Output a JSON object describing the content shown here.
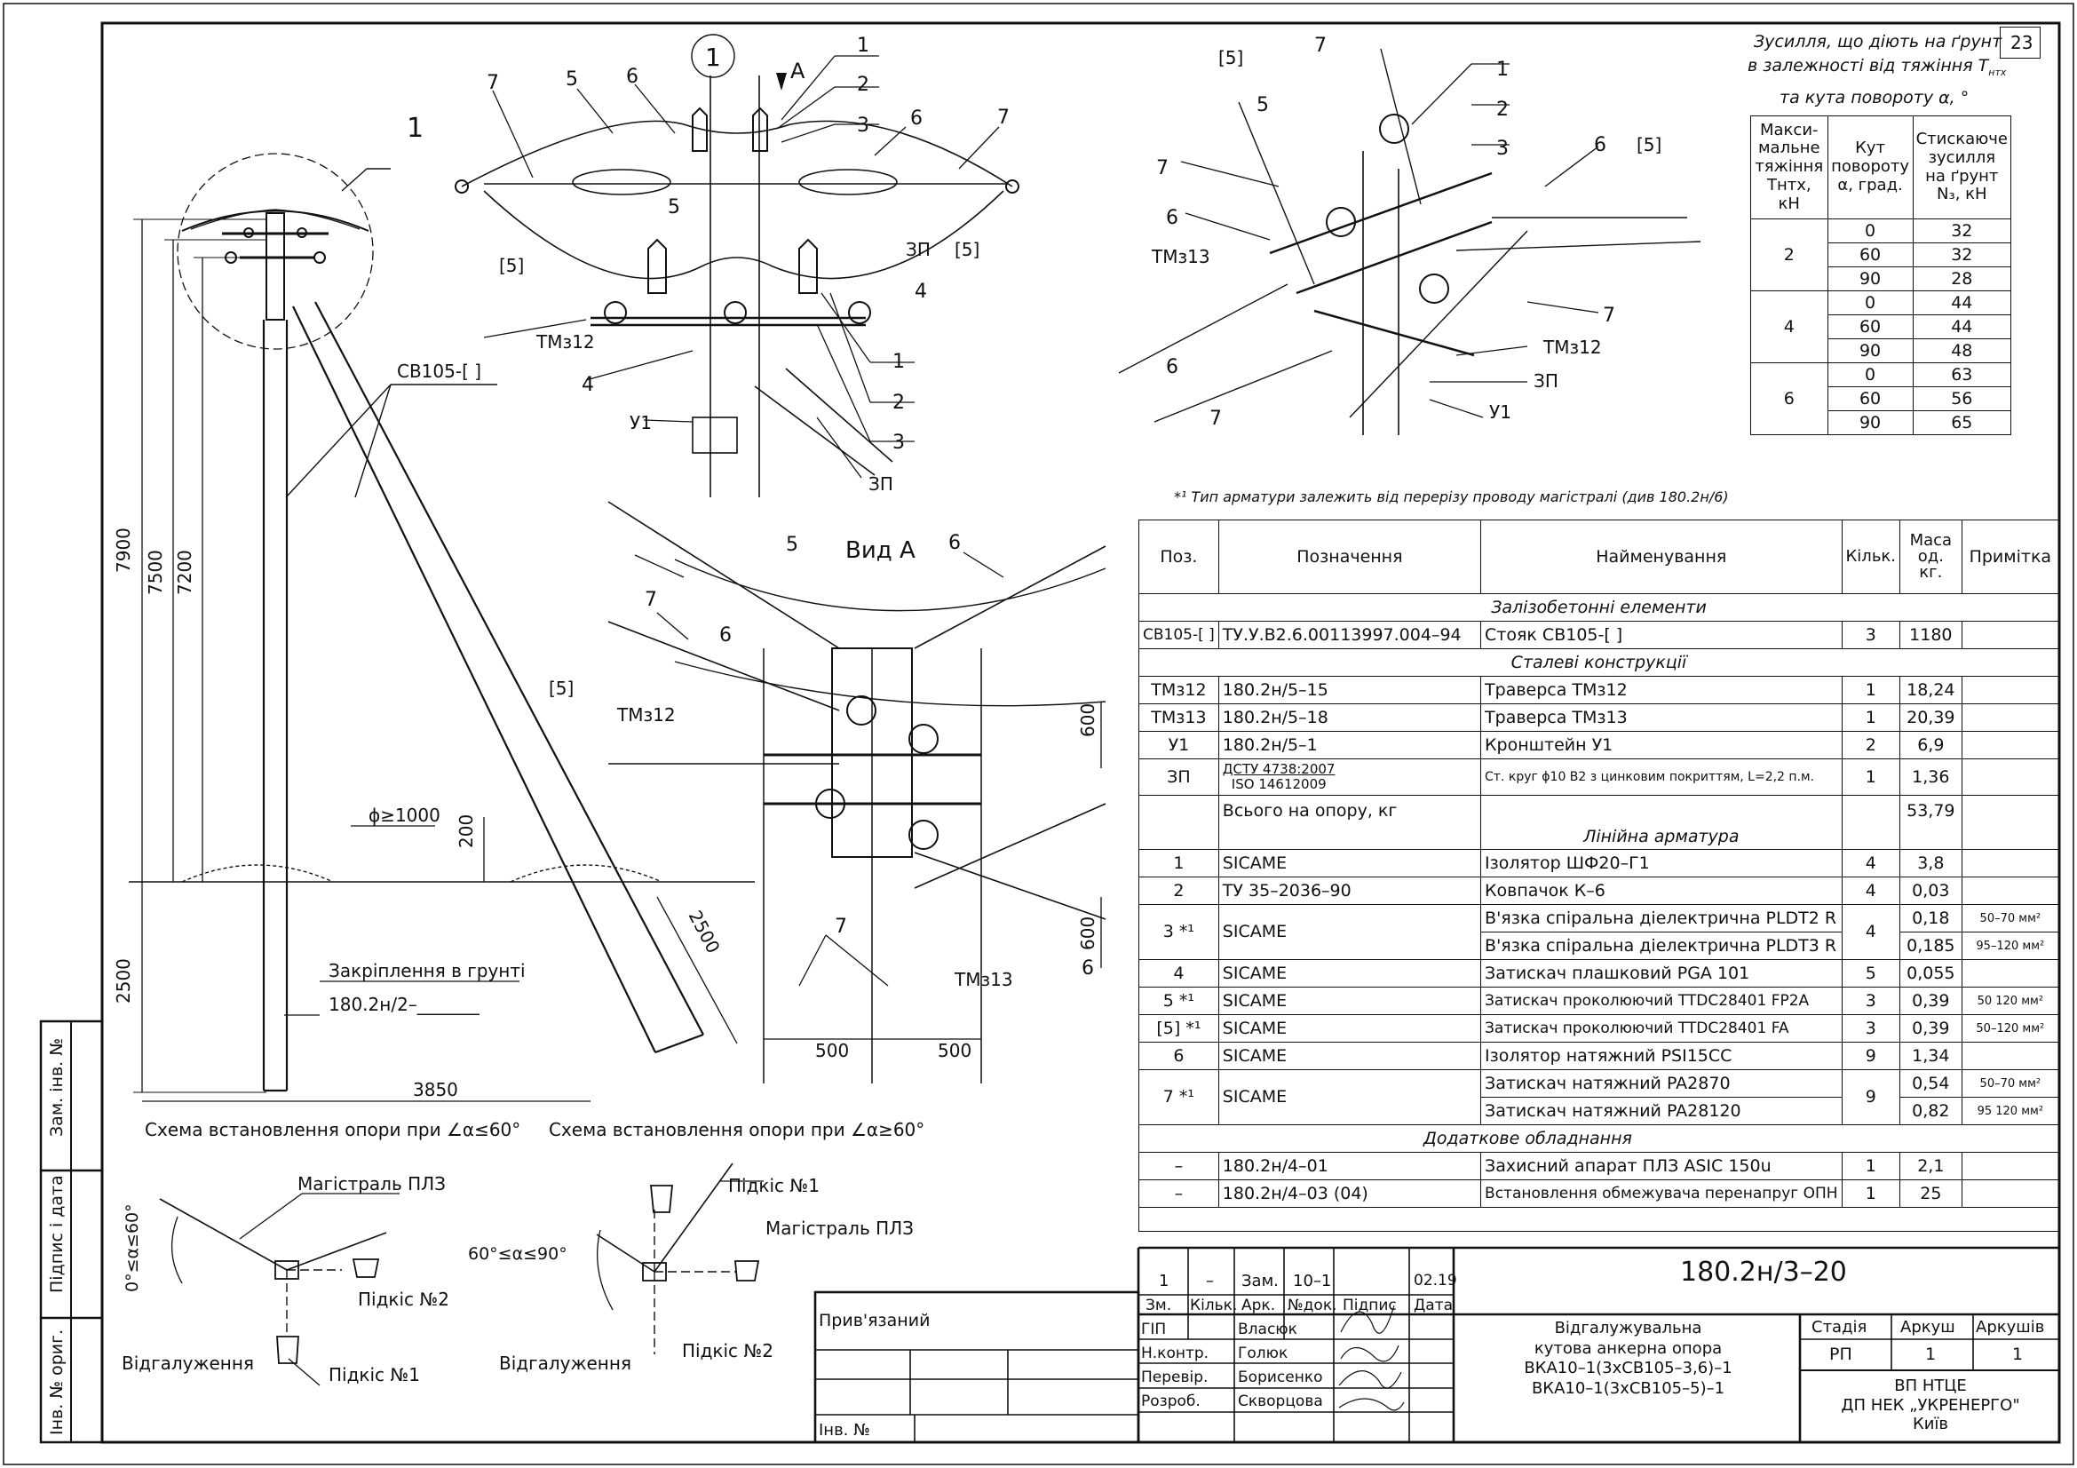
{
  "sheet": {
    "sheet_number": "23",
    "callout_1": "1",
    "view_a_arrow": "A",
    "footnote": "*¹ Тип арматури залежить від перерізу проводу магістралі (див 180.2н/6)"
  },
  "labels": {
    "pos_1": "1",
    "pos_2": "2",
    "pos_3": "3",
    "pos_4": "4",
    "pos_5": "5",
    "pos_6": "6",
    "pos_7": "7",
    "pos_5b": "[5]",
    "tmz12": "ТМз12",
    "tmz13": "ТМз13",
    "zp": "ЗП",
    "u1": "У1",
    "sv105": "СВ105-[   ]",
    "view_a": "Вид А",
    "dia": "ϕ≥1000"
  },
  "pole_drawing": {
    "dim_7900": "7900",
    "dim_7500": "7500",
    "dim_7200": "7200",
    "dim_2500": "2500",
    "dim_200": "200",
    "dim_3850": "3850",
    "dim_2500b": "2500",
    "ground_fix_title": "Закріплення в грунті",
    "ground_fix_ref": "180.2н/2–_______",
    "caption_left": "Схема встановлення опори при  ∠α≤60°",
    "caption_right": "Схема встановлення опори при  ∠α≥60°"
  },
  "view_a_dims": {
    "d600a": "600",
    "d600b": "600",
    "d500a": "500",
    "d500b": "500"
  },
  "schemes": {
    "magistral": "Магістраль ПЛЗ",
    "magistral2": "Магістраль ПЛЗ",
    "branch": "Відгалуження",
    "branch2": "Відгалуження",
    "brace1": "Підкіс №1",
    "brace2": "Підкіс №2",
    "brace1b": "Підкіс №1",
    "brace2b": "Підкіс №2",
    "angle1": "0°≤α≤60°",
    "angle2": "60°≤α≤90°"
  },
  "forces": {
    "title1": "Зусилля, що діють на ґрунт",
    "title2": "в залежності від тяжіння T",
    "title2_sub": "нтх",
    "title3": "та кута повороту α, °",
    "h_tension": "Макси-мальне тяжіння Tнтх, кН",
    "h_angle": "Кут повороту α, град.",
    "h_force": "Стискаюче зусилля на ґрунт N₃, кН",
    "groups": [
      {
        "t": "2",
        "rows": [
          [
            "0",
            "32"
          ],
          [
            "60",
            "32"
          ],
          [
            "90",
            "28"
          ]
        ]
      },
      {
        "t": "4",
        "rows": [
          [
            "0",
            "44"
          ],
          [
            "60",
            "44"
          ],
          [
            "90",
            "48"
          ]
        ]
      },
      {
        "t": "6",
        "rows": [
          [
            "0",
            "63"
          ],
          [
            "60",
            "56"
          ],
          [
            "90",
            "65"
          ]
        ]
      }
    ]
  },
  "spec": {
    "headers": {
      "pos": "Поз.",
      "designation": "Позначення",
      "name": "Найменування",
      "qty": "Кільк.",
      "mass": "Маса од. кг.",
      "note": "Примітка"
    },
    "sec_concrete": "Залізобетонні елементи",
    "sec_steel": "Сталеві конструкції",
    "sec_fittings": "Лінійна арматура",
    "sec_extra": "Додаткове обладнання",
    "r_sv": {
      "pos": "СВ105-[ ]",
      "des": "ТУ.У.В2.6.00113997.004–94",
      "name": "Стояк СВ105-[          ]",
      "qty": "3",
      "mass": "1180"
    },
    "r_tm12": {
      "pos": "ТМз12",
      "des": "180.2н/5–15",
      "name": "Траверса ТМз12",
      "qty": "1",
      "mass": "18,24"
    },
    "r_tm13": {
      "pos": "ТМз13",
      "des": "180.2н/5–18",
      "name": "Траверса ТМз13",
      "qty": "1",
      "mass": "20,39"
    },
    "r_u1": {
      "pos": "У1",
      "des": "180.2н/5–1",
      "name": "Кронштейн У1",
      "qty": "2",
      "mass": "6,9"
    },
    "r_zp": {
      "pos": "ЗП",
      "des1": "ДСТУ 4738:2007",
      "des2": "ISO 14612009",
      "name": "Ст. круг ϕ10 В2 з цинковим покриттям, L=2,2 п.м.",
      "qty": "1",
      "mass": "1,36"
    },
    "r_total": {
      "des": "Всього на опору, кг",
      "mass": "53,79"
    },
    "r1": {
      "pos": "1",
      "des": "SICAME",
      "name": "Ізолятор ШФ20–Г1",
      "qty": "4",
      "mass": "3,8"
    },
    "r2": {
      "pos": "2",
      "des": "ТУ 35–2036–90",
      "name": "Ковпачок К–6",
      "qty": "4",
      "mass": "0,03"
    },
    "r3": {
      "pos": "3 *¹",
      "des": "SICAME",
      "name1": "В'язка спіральна діелектрична PLDT2 R",
      "name2": "В'язка спіральна діелектрична PLDT3 R",
      "qty": "4",
      "mass1": "0,18",
      "mass2": "0,185",
      "note1": "50–70 мм²",
      "note2": "95–120 мм²"
    },
    "r4": {
      "pos": "4",
      "des": "SICAME",
      "name": "Затискач плашковий PGA 101",
      "qty": "5",
      "mass": "0,055"
    },
    "r5": {
      "pos": "5 *¹",
      "des": "SICAME",
      "name": "Затискач проколюючий TTDC28401 FP2A",
      "qty": "3",
      "mass": "0,39",
      "note": "50 120 мм²"
    },
    "r5b": {
      "pos": "[5] *¹",
      "des": "SICAME",
      "name": "Затискач проколюючий TTDC28401 FA",
      "qty": "3",
      "mass": "0,39",
      "note": "50–120 мм²"
    },
    "r6": {
      "pos": "6",
      "des": "SICAME",
      "name": "Ізолятор натяжний PSI15CC",
      "qty": "9",
      "mass": "1,34"
    },
    "r7": {
      "pos": "7 *¹",
      "des": "SICAME",
      "name1": "Затискач натяжний PA2870",
      "name2": "Затискач натяжний PA28120",
      "qty": "9",
      "mass1": "0,54",
      "mass2": "0,82",
      "note1": "50–70 мм²",
      "note2": "95 120 мм²"
    },
    "r_asic": {
      "pos": "–",
      "des": "180.2н/4–01",
      "name": "Захисний апарат ПЛЗ ASIC 150u",
      "qty": "1",
      "mass": "2,1"
    },
    "r_opn": {
      "pos": "–",
      "des": "180.2н/4–03 (04)",
      "name": "Встановлення обмежувача перенапруг ОПН",
      "qty": "1",
      "mass": "25"
    }
  },
  "title_block": {
    "doc_code": "180.2н/3–20",
    "rev": {
      "c1": "1",
      "c2": "–",
      "c3": "Зам.",
      "c4": "10–1",
      "c6": "02.19"
    },
    "cols": {
      "zm": "Зм.",
      "qty": "Кільк.",
      "sheet": "Арк.",
      "doc": "№док.",
      "sign": "Підпис",
      "date": "Дата"
    },
    "people": [
      {
        "role": "ГІП",
        "name": "Власюк"
      },
      {
        "role": "Н.контр.",
        "name": "Голюк"
      },
      {
        "role": "Перевір.",
        "name": "Борисенко"
      },
      {
        "role": "Розроб.",
        "name": "Скворцова"
      }
    ],
    "title_lines": [
      "Відгалужувальна",
      "кутова анкерна опора",
      "ВКА10–1(3хСВ105–3,6)–1",
      "ВКА10–1(3хСВ105–5)–1"
    ],
    "stage_h": "Стадія",
    "sheet_h": "Аркуш",
    "sheets_h": "Аркушів",
    "stage": "РП",
    "sheet": "1",
    "sheets": "1",
    "org": [
      "ВП НТЦЕ",
      "ДП НЕК „УКРЕНЕРГО\"",
      "Київ"
    ],
    "attached": "Прив'язаний",
    "inv_no": "Інв. №"
  },
  "side_stamps": {
    "zam": "Зам. інв. №",
    "sign": "Підпис і дата",
    "inv": "Інв. № ориг."
  }
}
